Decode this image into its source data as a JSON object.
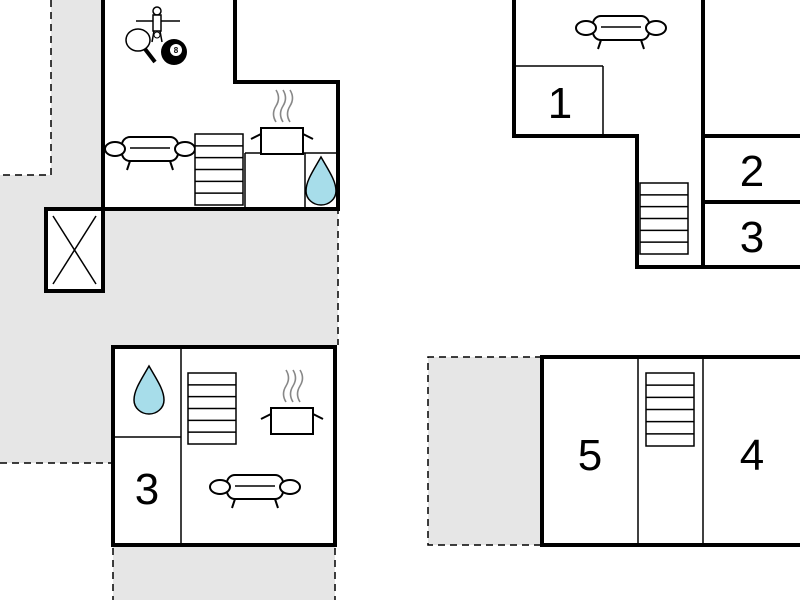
{
  "floor_plan": {
    "room_numbers": {
      "bedroom_1": "1",
      "bedroom_2": "2",
      "bedroom_3_upper": "3",
      "bedroom_3_lower": "3",
      "bedroom_4": "4",
      "bedroom_5": "5"
    },
    "billiard_ball_number": "8",
    "icons": {
      "sofa": "sofa-icon",
      "stairs": "stairs-icon",
      "kitchen": "cooking-pot-icon",
      "bathroom": "water-drop-icon",
      "billiards": "billiard-ball-icon",
      "table_tennis": "table-tennis-icon",
      "foosball": "foosball-icon",
      "void": "crossed-void-icon"
    },
    "colors": {
      "wall": "#000000",
      "outdoor_area": "#e6e6e6",
      "water": "#a7ddea"
    }
  }
}
